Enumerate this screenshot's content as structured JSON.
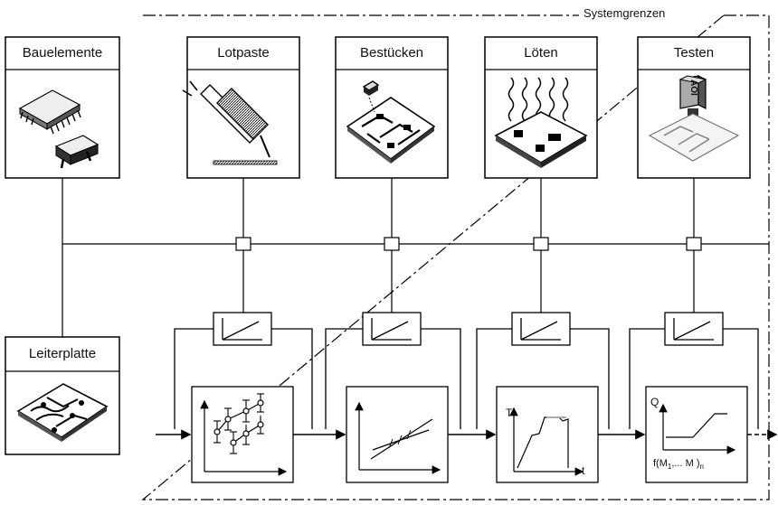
{
  "boundary_label": "Systemgrenzen",
  "inputs": {
    "components": "Bauelemente",
    "pcb": "Leiterplatte"
  },
  "stations": [
    {
      "label": "Lotpaste",
      "icon": "solder-paste-dispenser"
    },
    {
      "label": "Bestücken",
      "icon": "pick-and-place"
    },
    {
      "label": "Löten",
      "icon": "reflow-soldering"
    },
    {
      "label": "Testen",
      "icon": "aoi-camera"
    }
  ],
  "plots": {
    "soldering": {
      "y_axis": "T",
      "x_axis": "t"
    },
    "testing": {
      "y_axis": "Q",
      "x_axis": "f(M",
      "sub1": "1",
      "mid": ",... M",
      "close": ")",
      "subn": "n"
    },
    "camera_text": "AOI"
  }
}
